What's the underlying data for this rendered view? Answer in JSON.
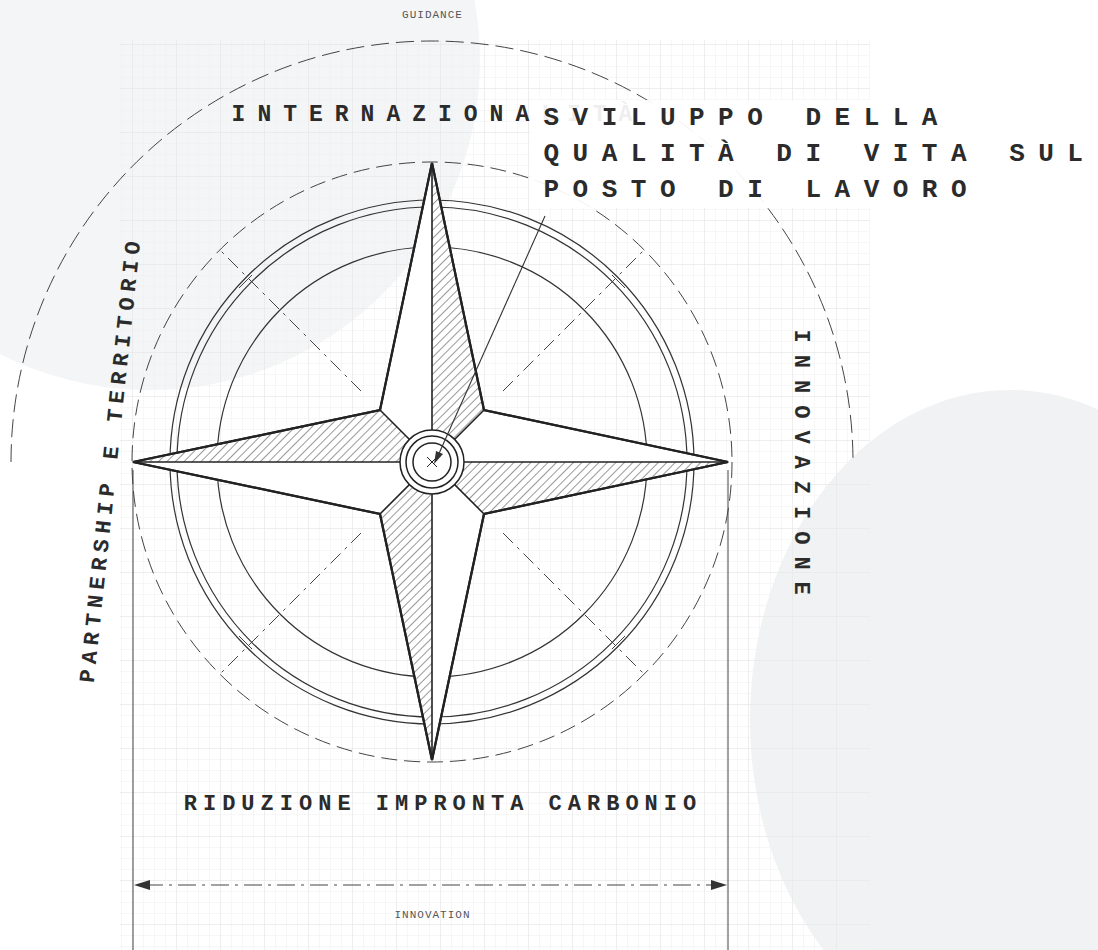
{
  "diagram": {
    "labels": [
      "GUIDANCE",
      "INTERNAZIONALITÀ",
      "SVILUPPO DELLA QUALITÀ DI VITA SUL POSTO DI LAVORO",
      "PARTNERSHIP E TERRITORIO",
      "INNOVAZIONE",
      "RIDUZIONE IMPRONTA CARBONIO",
      "INNOVATION"
    ]
  }
}
